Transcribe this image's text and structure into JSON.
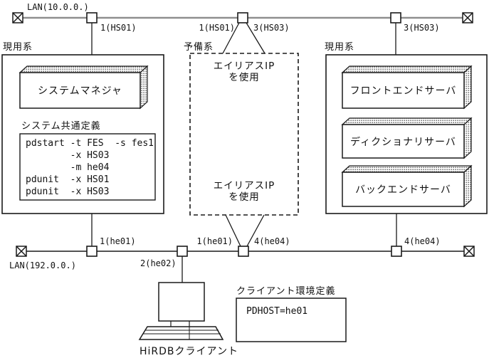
{
  "lan_top": {
    "label": "LAN(10.0.0.)",
    "ports": {
      "left": "1(HS01)",
      "mid_left": "1(HS01)",
      "mid_right": "3(HS03)",
      "right": "3(HS03)"
    }
  },
  "lan_bottom": {
    "label": "LAN(192.0.0.)",
    "ports": {
      "left": "1(he01)",
      "client": "2(he02)",
      "mid_left": "1(he01)",
      "mid_right": "4(he04)",
      "right": "4(he04)"
    }
  },
  "active_system_left": {
    "role_label": "現用系",
    "server_label": "システムマネジャ",
    "definition_title": "システム共通定義",
    "definition_code": "pdstart -t FES  -s fes1\n        -x HS03\n        -m he04\npdunit  -x HS01\npdunit  -x HS03"
  },
  "standby_system": {
    "role_label": "予備系",
    "alias_note_top": "エイリアスIP\nを使用",
    "alias_note_bottom": "エイリアスIP\nを使用"
  },
  "active_system_right": {
    "role_label": "現用系",
    "servers": [
      "フロントエンドサーバ",
      "ディクショナリサーバ",
      "バックエンドサーバ"
    ]
  },
  "client": {
    "device_label": "HiRDBクライアント",
    "env_definition_title": "クライアント環境定義",
    "env_definition_code": "PDHOST=he01"
  },
  "colors": {
    "line": "#1a1a1a",
    "lan_line": "#8f8f8f",
    "background": "#ffffff"
  }
}
